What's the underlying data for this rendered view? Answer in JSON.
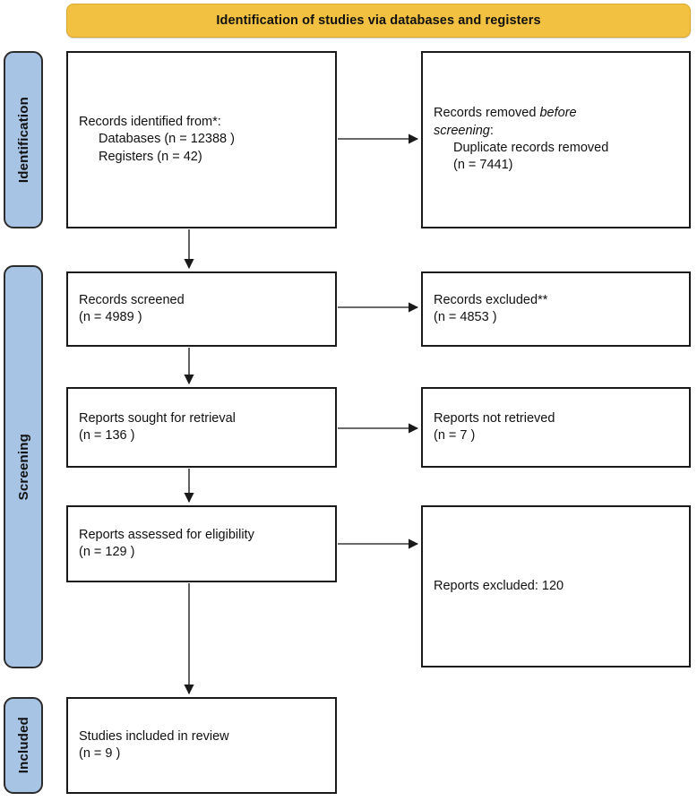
{
  "header": {
    "title": "Identification of studies via databases and registers"
  },
  "stages": [
    {
      "id": "identification",
      "label": "Identification"
    },
    {
      "id": "screening",
      "label": "Screening"
    },
    {
      "id": "included",
      "label": "Included"
    }
  ],
  "colors": {
    "banner_fill": "#F2C141",
    "stage_fill": "#A8C4E5",
    "box_border": "#1a1a1a",
    "box_fill": "#FFFFFF",
    "arrow": "#1a1a1a",
    "text": "#111111"
  },
  "boxes": {
    "identified": {
      "line1": "Records identified from*:",
      "line2": "Databases (n = 12388 )",
      "line3": "Registers (n = 42)"
    },
    "removed": {
      "line1_a": "Records removed ",
      "line1_italic": "before",
      "line2_italic": "screening",
      "line2_b": ":",
      "line3": "Duplicate records removed",
      "line4": "(n = 7441)"
    },
    "screened": {
      "line1": "Records screened",
      "line2": "(n = 4989 )"
    },
    "excluded": {
      "line1": "Records excluded**",
      "line2": "(n = 4853 )"
    },
    "sought": {
      "line1": "Reports sought for retrieval",
      "line2": "(n = 136 )"
    },
    "not_retrieved": {
      "line1": "Reports not retrieved",
      "line2": "(n = 7 )"
    },
    "assessed": {
      "line1": "Reports assessed for eligibility",
      "line2": "(n = 129 )"
    },
    "reports_excluded": {
      "line1": "Reports excluded: 120"
    },
    "included": {
      "line1": "Studies included in review",
      "line2": "(n = 9 )"
    }
  },
  "chart_data": {
    "type": "diagram",
    "title": "Identification of studies via databases and registers",
    "diagram_kind": "PRISMA 2020 flow diagram",
    "nodes": [
      {
        "id": "identified",
        "stage": "Identification",
        "column": "left",
        "label": "Records identified from*",
        "counts": [
          {
            "source": "Databases",
            "n": 12388
          },
          {
            "source": "Registers",
            "n": 42
          }
        ]
      },
      {
        "id": "removed",
        "stage": "Identification",
        "column": "right",
        "label": "Records removed before screening",
        "counts": [
          {
            "source": "Duplicate records removed",
            "n": 7441
          }
        ]
      },
      {
        "id": "screened",
        "stage": "Screening",
        "column": "left",
        "label": "Records screened",
        "n": 4989
      },
      {
        "id": "excluded",
        "stage": "Screening",
        "column": "right",
        "label": "Records excluded**",
        "n": 4853
      },
      {
        "id": "sought",
        "stage": "Screening",
        "column": "left",
        "label": "Reports sought for retrieval",
        "n": 136
      },
      {
        "id": "not_retrieved",
        "stage": "Screening",
        "column": "right",
        "label": "Reports not retrieved",
        "n": 7
      },
      {
        "id": "assessed",
        "stage": "Screening",
        "column": "left",
        "label": "Reports assessed for eligibility",
        "n": 129
      },
      {
        "id": "reports_excluded",
        "stage": "Screening",
        "column": "right",
        "label": "Reports excluded",
        "n": 120
      },
      {
        "id": "included",
        "stage": "Included",
        "column": "left",
        "label": "Studies included in review",
        "n": 9
      }
    ],
    "edges": [
      {
        "from": "identified",
        "to": "removed",
        "direction": "horizontal"
      },
      {
        "from": "identified",
        "to": "screened",
        "direction": "vertical"
      },
      {
        "from": "screened",
        "to": "excluded",
        "direction": "horizontal"
      },
      {
        "from": "screened",
        "to": "sought",
        "direction": "vertical"
      },
      {
        "from": "sought",
        "to": "not_retrieved",
        "direction": "horizontal"
      },
      {
        "from": "sought",
        "to": "assessed",
        "direction": "vertical"
      },
      {
        "from": "assessed",
        "to": "reports_excluded",
        "direction": "horizontal"
      },
      {
        "from": "assessed",
        "to": "included",
        "direction": "vertical"
      }
    ]
  }
}
